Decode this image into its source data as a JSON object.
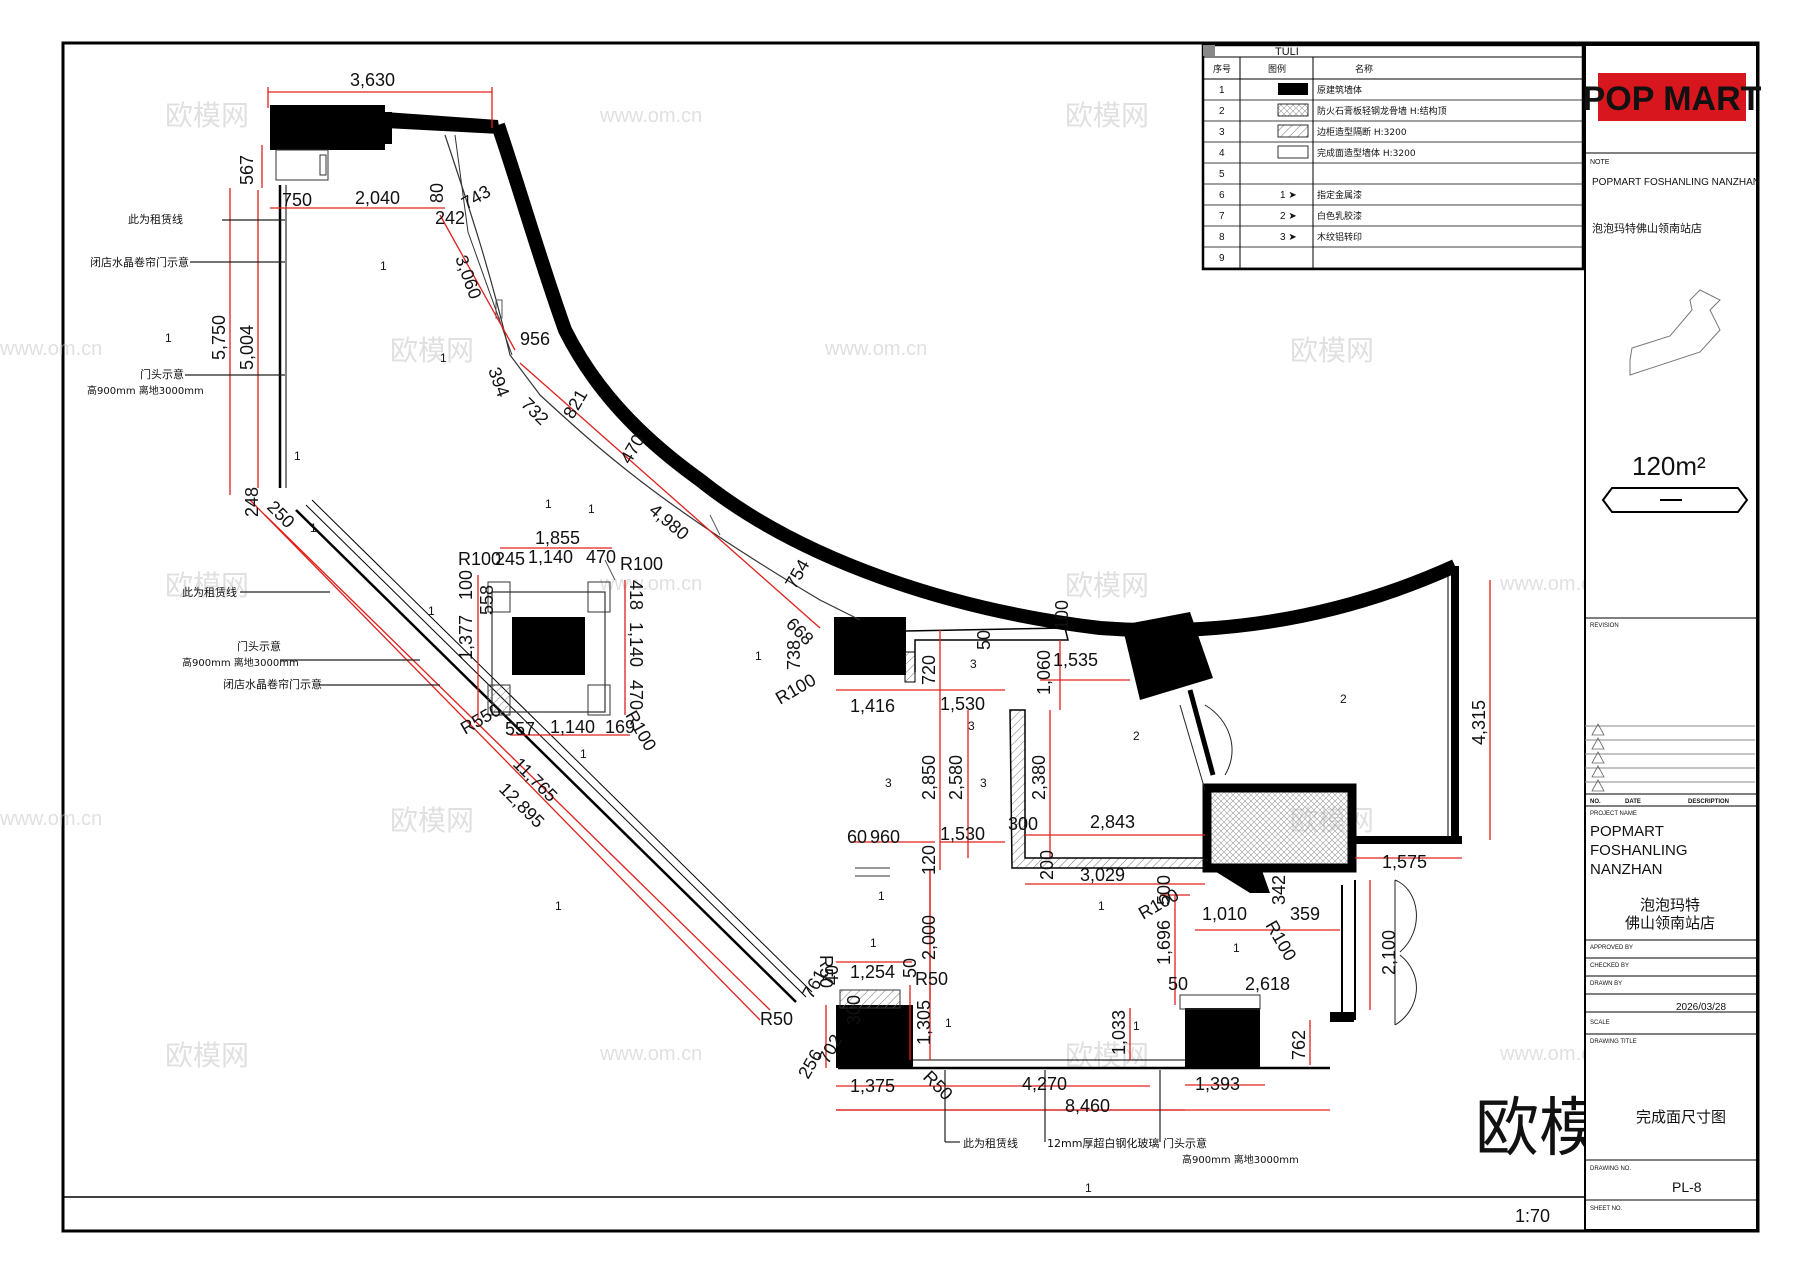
{
  "legend": {
    "title": "TULI",
    "col_no": "序号",
    "col_symbol": "图例",
    "col_name": "名称",
    "rows": [
      {
        "no": "1",
        "name": "原建筑墙体"
      },
      {
        "no": "2",
        "name": "防火石膏板轻钢龙骨墙 H:结构顶"
      },
      {
        "no": "3",
        "name": "边柜造型隔断 H:3200"
      },
      {
        "no": "4",
        "name": "完成面造型墙体 H:3200"
      },
      {
        "no": "5",
        "name": ""
      },
      {
        "no": "6",
        "name": "指定金属漆",
        "tag": "1"
      },
      {
        "no": "7",
        "name": "白色乳胶漆",
        "tag": "2"
      },
      {
        "no": "8",
        "name": "木纹铝转印",
        "tag": "3"
      },
      {
        "no": "9",
        "name": ""
      }
    ]
  },
  "title_block": {
    "logo": "POP MART",
    "note_label": "NOTE",
    "note_text": "POPMART FOSHANLING NANZHAN",
    "note_cn": "泡泡玛特佛山领南站店",
    "area": "120m²",
    "revision_label": "REVISION",
    "rev_no": "NO.",
    "rev_date": "DATE",
    "rev_desc": "DESCRIPTION",
    "project_label": "PROJECT NAME",
    "project_en1": "POPMART",
    "project_en2": "FOSHANLING",
    "project_en3": "NANZHAN",
    "project_cn1": "泡泡玛特",
    "project_cn2": "佛山领南站店",
    "approved": "APPROVED BY",
    "checked": "CHECKED BY",
    "drawn": "DRAWN BY",
    "date": "2026/03/28",
    "scale_label": "SCALE",
    "drawing_title_label": "DRAWING TITLE",
    "drawing_title": "完成面尺寸图",
    "drawing_no_label": "DRAWING NO.",
    "drawing_no": "PL-8",
    "sheet_no_label": "SHEET NO."
  },
  "scale_text": "1:70",
  "watermark": "欧模网",
  "watermark_url": "www.om.cn",
  "annotations": {
    "rent_line": "此为租赁线",
    "shutter": "闭店水晶卷帘门示意",
    "door_head": "门头示意",
    "door_head_spec": "高900mm 离地3000mm",
    "glass": "12mm厚超白钢化玻璃"
  },
  "dims": {
    "d3630": "3,630",
    "d567": "567",
    "d750": "750",
    "d2040": "2,040",
    "d80": "80",
    "d242": "242",
    "d743": "743",
    "d5750": "5,750",
    "d5004": "5,004",
    "d3060": "3,060",
    "d956": "956",
    "d394": "394",
    "d732": "732",
    "d821": "821",
    "d470a": "470",
    "d4980": "4,980",
    "d248": "248",
    "d250": "250",
    "d1855": "1,855",
    "dR100a": "R100",
    "d245": "245",
    "d1140a": "1,140",
    "d470b": "470",
    "dR100b": "R100",
    "d100": "100",
    "d558": "558",
    "d1377": "1,377",
    "d418": "418",
    "d1140b": "1,140",
    "d470c": "470",
    "dR100c": "R100",
    "dR550": "R550",
    "d557": "557",
    "d1140c": "1,140",
    "d169": "169",
    "d11765": "11,765",
    "d12895": "12,895",
    "d754": "754",
    "d668": "668",
    "d738": "738",
    "dR100d": "R100",
    "d1416": "1,416",
    "d720": "720",
    "d1530a": "1,530",
    "d50a": "50",
    "d100b": "100",
    "d1060": "1,060",
    "d1535": "1,535",
    "d2850": "2,850",
    "d2580": "2,580",
    "d2380": "2,380",
    "d300a": "300",
    "d2843": "2,843",
    "d60": "60",
    "d960": "960",
    "d1530b": "1,530",
    "d120": "120",
    "d200": "200",
    "d3029": "3,029",
    "d4315": "4,315",
    "d1575": "1,575",
    "dR100e": "R100",
    "d500": "500",
    "d1010": "1,010",
    "d342": "342",
    "d359": "359",
    "dR100f": "R100",
    "d2100": "2,100",
    "d1696": "1,696",
    "d50b": "50",
    "d2618": "2,618",
    "d2000": "2,000",
    "dR50a": "R50",
    "d40": "40",
    "d1254": "1,254",
    "d50c": "50",
    "dR50b": "R50",
    "d761": "761",
    "d300b": "300",
    "dR50c": "R50",
    "d1305": "1,305",
    "d256": "256",
    "d702": "702",
    "d1375": "1,375",
    "dR50d": "R50",
    "d4270": "4,270",
    "d1033": "1,033",
    "d1393": "1,393",
    "d762": "762",
    "d8460": "8,460"
  },
  "markers": {
    "m1": "1",
    "m2": "2",
    "m3": "3"
  }
}
